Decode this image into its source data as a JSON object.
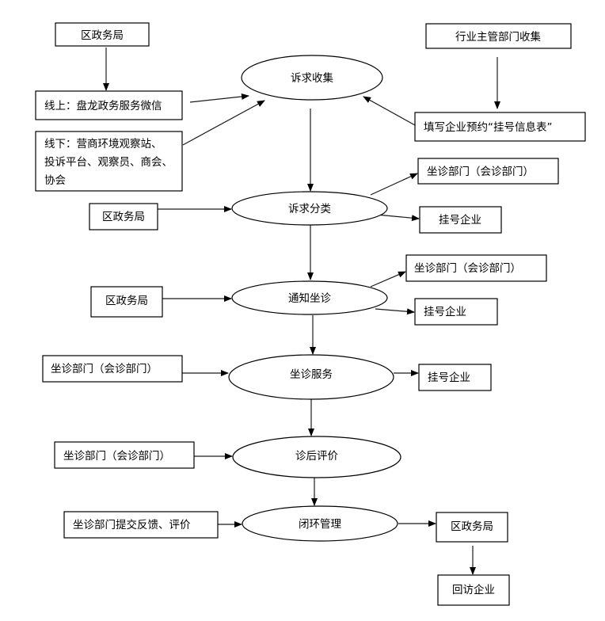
{
  "colors": {
    "stroke": "#000000",
    "fill": "#ffffff",
    "text": "#000000"
  },
  "nodes": {
    "district_bureau_top": {
      "label": "区政务局",
      "shape": "rect"
    },
    "online_channel": {
      "label": "线上：盘龙政务服务微信",
      "shape": "rect"
    },
    "offline_channel": {
      "label": [
        "线下：营商环境观察站、",
        "投诉平台、观察员、商会、",
        "协会"
      ],
      "shape": "rect"
    },
    "industry_dept_collect": {
      "label": "行业主管部门收集",
      "shape": "rect"
    },
    "fill_registration_form": {
      "label": "填写企业预约“挂号信息表”",
      "shape": "rect"
    },
    "appeal_collection": {
      "label": "诉求收集",
      "shape": "ellipse"
    },
    "appeal_classification": {
      "label": "诉求分类",
      "shape": "ellipse"
    },
    "district_bureau_2": {
      "label": "区政务局",
      "shape": "rect"
    },
    "consult_dept_1": {
      "label": "坐诊部门（会诊部门）",
      "shape": "rect"
    },
    "registered_company_1": {
      "label": "挂号企业",
      "shape": "rect"
    },
    "notify_consultation": {
      "label": "通知坐诊",
      "shape": "ellipse"
    },
    "district_bureau_3": {
      "label": "区政务局",
      "shape": "rect"
    },
    "consult_dept_2": {
      "label": "坐诊部门（会诊部门）",
      "shape": "rect"
    },
    "registered_company_2": {
      "label": "挂号企业",
      "shape": "rect"
    },
    "consultation_service": {
      "label": "坐诊服务",
      "shape": "ellipse"
    },
    "consult_dept_left_1": {
      "label": "坐诊部门（会诊部门）",
      "shape": "rect"
    },
    "registered_company_3": {
      "label": "挂号企业",
      "shape": "rect"
    },
    "post_evaluation": {
      "label": "诊后评价",
      "shape": "ellipse"
    },
    "consult_dept_left_2": {
      "label": "坐诊部门（会诊部门）",
      "shape": "rect"
    },
    "closed_loop_management": {
      "label": "闭环管理",
      "shape": "ellipse"
    },
    "feedback_submit": {
      "label": "坐诊部门提交反馈、评价",
      "shape": "rect"
    },
    "district_bureau_bottom": {
      "label": "区政务局",
      "shape": "rect"
    },
    "revisit_company": {
      "label": "回访企业",
      "shape": "rect"
    }
  },
  "edges": [
    {
      "from": "district_bureau_top",
      "to": "online_channel"
    },
    {
      "from": "online_channel",
      "to": "appeal_collection"
    },
    {
      "from": "offline_channel",
      "to": "appeal_collection"
    },
    {
      "from": "industry_dept_collect",
      "to": "fill_registration_form"
    },
    {
      "from": "fill_registration_form",
      "to": "appeal_collection"
    },
    {
      "from": "appeal_collection",
      "to": "appeal_classification"
    },
    {
      "from": "district_bureau_2",
      "to": "appeal_classification"
    },
    {
      "from": "appeal_classification",
      "to": "consult_dept_1"
    },
    {
      "from": "appeal_classification",
      "to": "registered_company_1"
    },
    {
      "from": "appeal_classification",
      "to": "notify_consultation"
    },
    {
      "from": "district_bureau_3",
      "to": "notify_consultation"
    },
    {
      "from": "notify_consultation",
      "to": "consult_dept_2"
    },
    {
      "from": "notify_consultation",
      "to": "registered_company_2"
    },
    {
      "from": "notify_consultation",
      "to": "consultation_service"
    },
    {
      "from": "consult_dept_left_1",
      "to": "consultation_service"
    },
    {
      "from": "consultation_service",
      "to": "registered_company_3"
    },
    {
      "from": "consultation_service",
      "to": "post_evaluation"
    },
    {
      "from": "consult_dept_left_2",
      "to": "post_evaluation"
    },
    {
      "from": "post_evaluation",
      "to": "closed_loop_management"
    },
    {
      "from": "feedback_submit",
      "to": "closed_loop_management"
    },
    {
      "from": "closed_loop_management",
      "to": "district_bureau_bottom"
    },
    {
      "from": "district_bureau_bottom",
      "to": "revisit_company"
    }
  ]
}
